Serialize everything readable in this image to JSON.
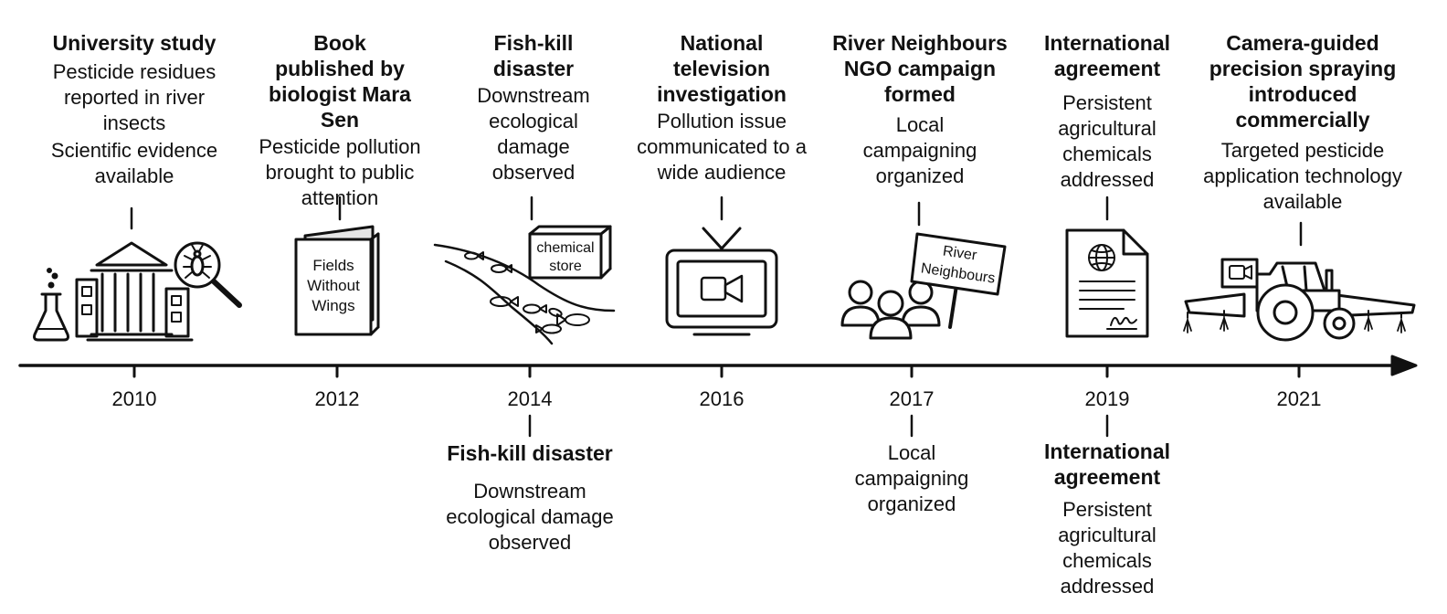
{
  "timeline": {
    "events": [
      {
        "year": "2010",
        "title": "University study",
        "lines": [
          "Pesticide residues reported in river insects",
          "Scientific evidence available"
        ]
      },
      {
        "year": "2012",
        "title": "Book published by biologist Mara Sen",
        "lines": [
          "Pesticide pollution brought to public attention"
        ],
        "book_title": "Fields Without Wings"
      },
      {
        "year": "2014",
        "title": "Fish-kill disaster",
        "lines": [
          "Downstream ecological damage observed"
        ],
        "store_label": "chemical store"
      },
      {
        "year": "2016",
        "title": "National television investigation",
        "lines": [
          "Pollution issue communicated to a wide audience"
        ]
      },
      {
        "year": "2017",
        "title": "River Neighbours NGO campaign formed",
        "lines": [
          "Local campaigning organized"
        ],
        "sign_label": "River Neighbours"
      },
      {
        "year": "2019",
        "title": "International agreement",
        "lines": [
          "Persistent agricultural chemicals addressed"
        ]
      },
      {
        "year": "2021",
        "title": "Camera-guided precision spraying introduced commercially",
        "lines": [
          "Targeted pesticide application technology available"
        ]
      }
    ],
    "below": [
      {
        "year": "2014",
        "title": "Fish-kill disaster",
        "desc": "Downstream ecological damage observed"
      },
      {
        "year": "2017",
        "title": "",
        "desc": "Local campaigning organized"
      },
      {
        "year": "2019",
        "title": "International agreement",
        "desc": "Persistent agricultural chemicals addressed"
      }
    ]
  }
}
